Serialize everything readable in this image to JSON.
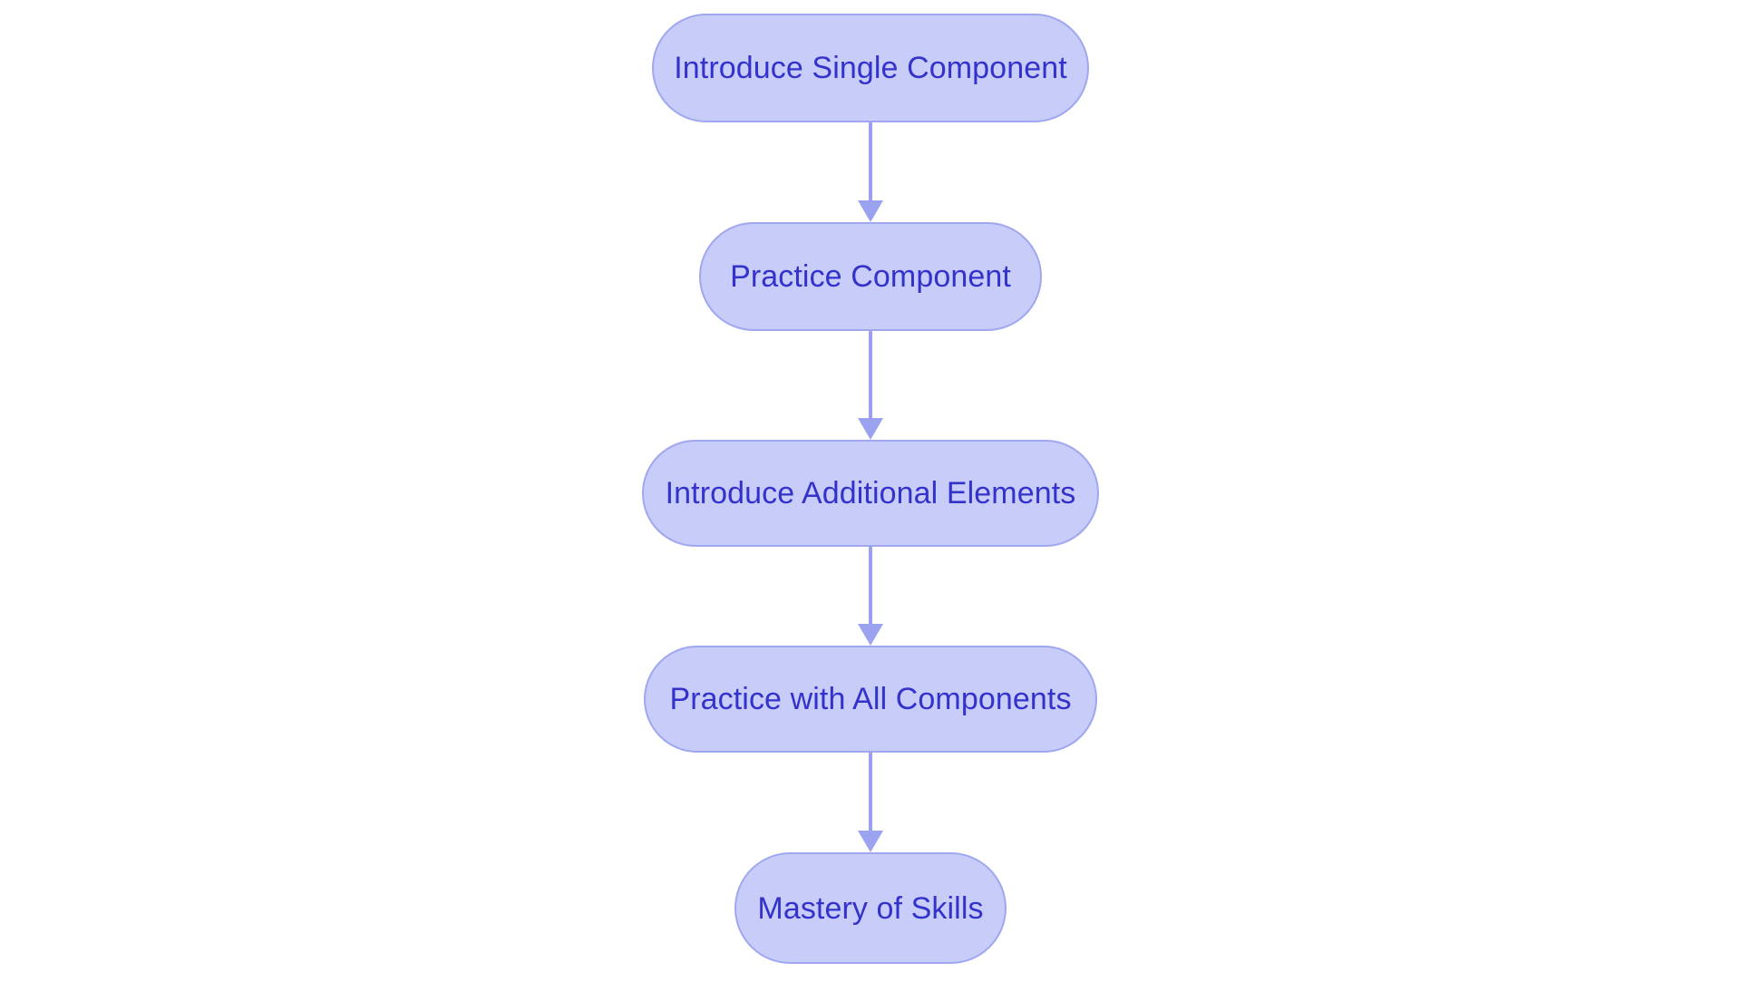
{
  "diagram": {
    "type": "flowchart",
    "orientation": "top-to-bottom",
    "background_color": "#FFFFFF",
    "node_fill_color": "#C8CCF8",
    "node_border_color": "#9EA7F0",
    "node_text_color": "#3333CC",
    "connector_color": "#9BA3F0",
    "node_shape": "stadium",
    "nodes": [
      {
        "id": "n1",
        "label": "Introduce Single Component"
      },
      {
        "id": "n2",
        "label": "Practice Component"
      },
      {
        "id": "n3",
        "label": "Introduce Additional Elements"
      },
      {
        "id": "n4",
        "label": "Practice with All Components"
      },
      {
        "id": "n5",
        "label": "Mastery of Skills"
      }
    ],
    "edges": [
      {
        "id": "e1",
        "from": "n1",
        "to": "n2",
        "arrow": "arrow-down-icon"
      },
      {
        "id": "e2",
        "from": "n2",
        "to": "n3",
        "arrow": "arrow-down-icon"
      },
      {
        "id": "e3",
        "from": "n3",
        "to": "n4",
        "arrow": "arrow-down-icon"
      },
      {
        "id": "e4",
        "from": "n4",
        "to": "n5",
        "arrow": "arrow-down-icon"
      }
    ]
  }
}
